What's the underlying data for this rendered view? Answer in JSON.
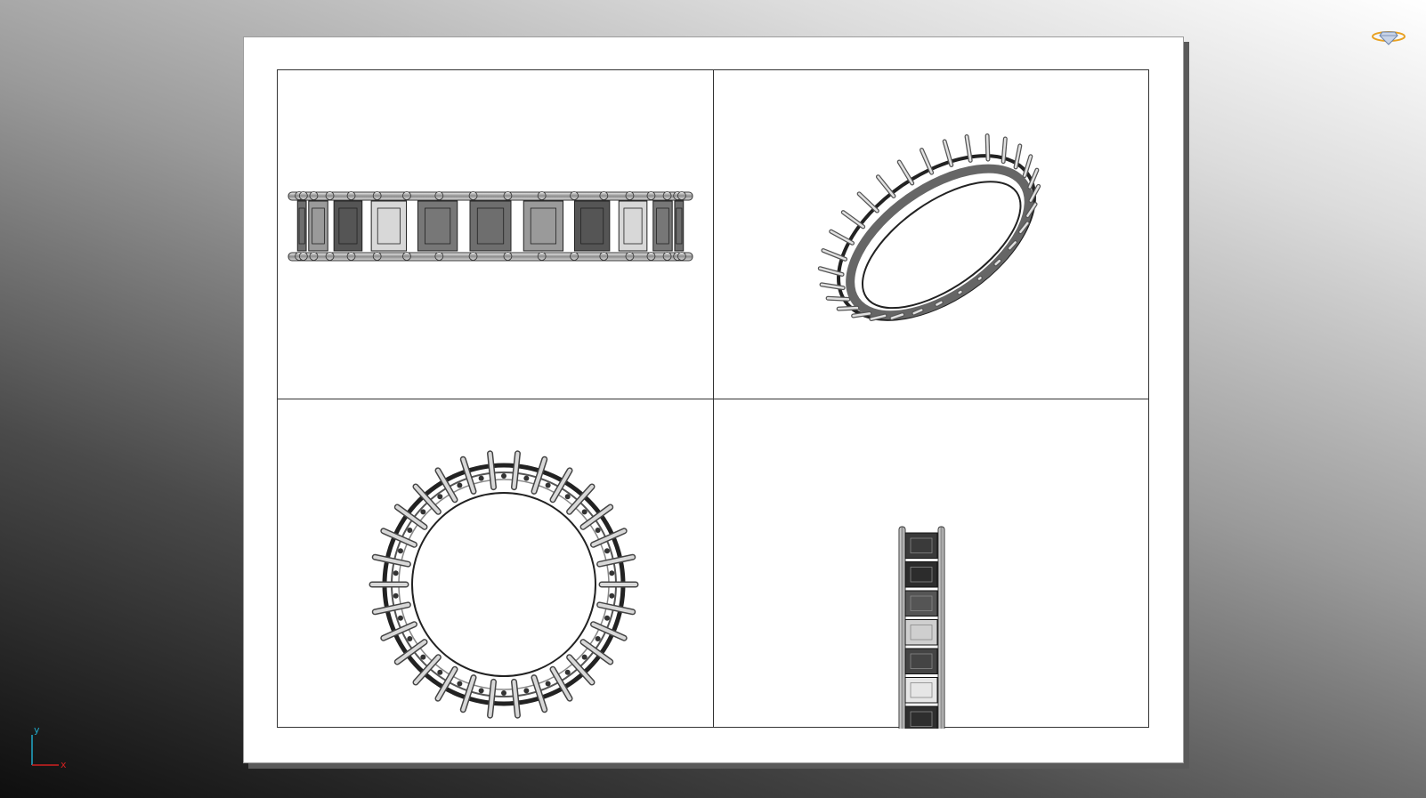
{
  "viewport": {
    "background": "gradient-grey",
    "axis_indicator": {
      "x_label": "x",
      "y_label": "y",
      "x_color": "#d02020",
      "y_color": "#20a8c8"
    },
    "logo_icon": "gem-logo-icon",
    "logo_color": "#e8a020"
  },
  "layout": {
    "views": [
      {
        "name": "front-view",
        "ring_prongs": 17
      },
      {
        "name": "perspective-view",
        "ring_prongs": 30
      },
      {
        "name": "top-view",
        "ring_prongs": 30
      },
      {
        "name": "side-view",
        "ring_prongs": 8
      }
    ]
  }
}
